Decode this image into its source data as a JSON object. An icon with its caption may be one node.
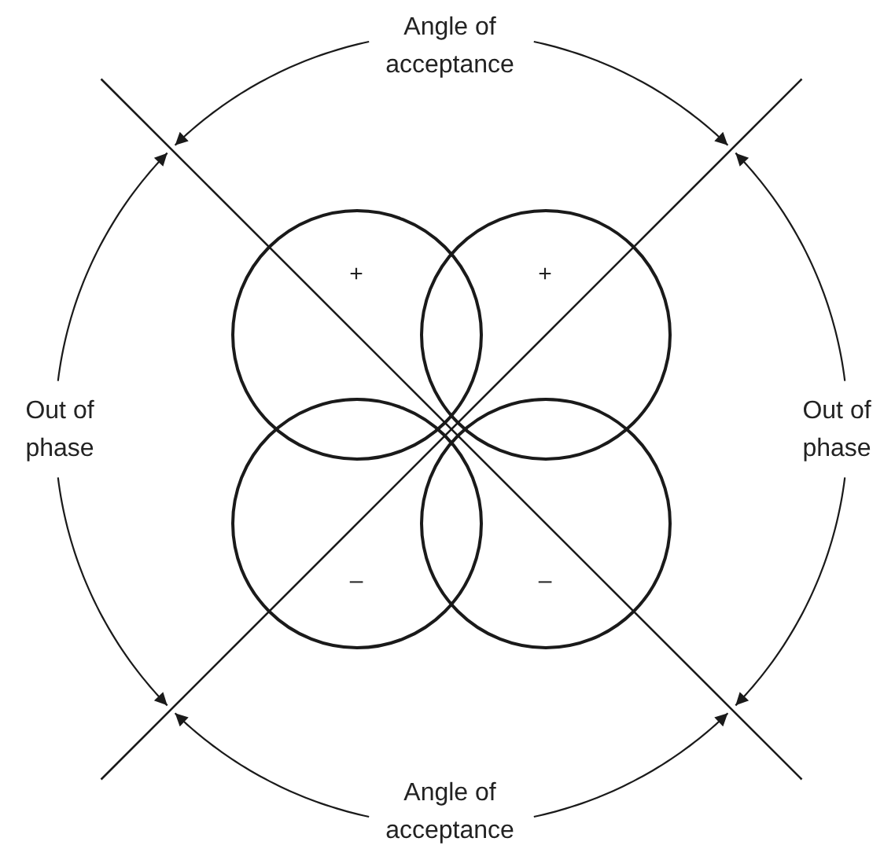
{
  "diagram": {
    "nodes": [
      {
        "text": [
          "+"
        ]
      },
      {
        "text": [
          "+"
        ]
      },
      {
        "text": [
          "–"
        ]
      },
      {
        "text": [
          "–"
        ]
      }
    ],
    "labels": [
      "Angle of acceptance",
      "Out of phase",
      "Out of phase",
      "Angle of acceptance"
    ]
  }
}
